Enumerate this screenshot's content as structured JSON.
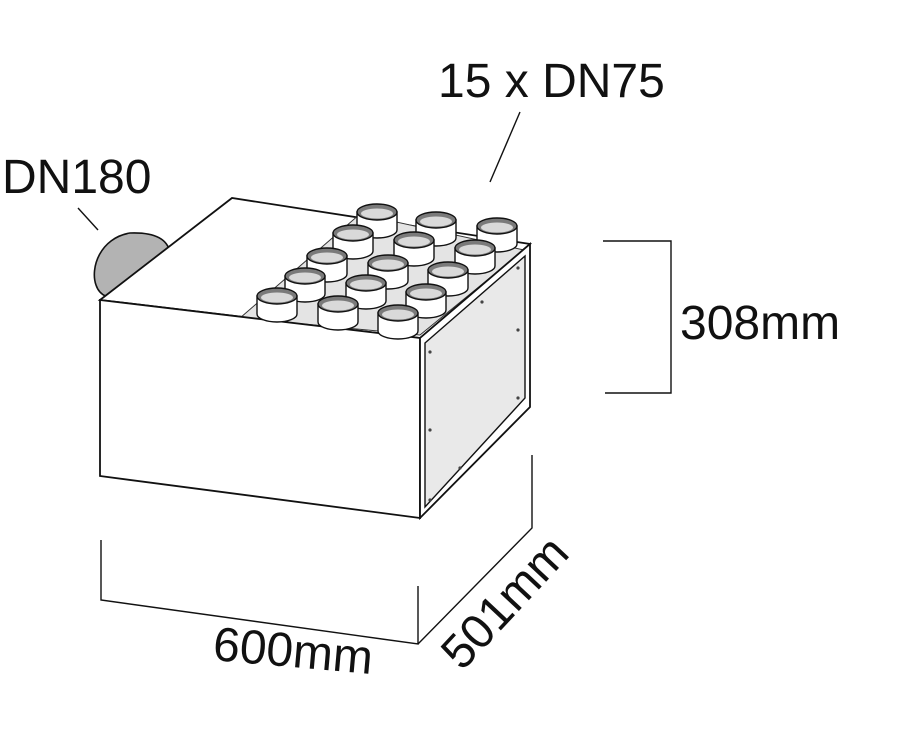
{
  "labels": {
    "outlets": "15 x DN75",
    "inlet": "DN180",
    "height": "308mm",
    "width": "600mm",
    "depth": "501mm"
  },
  "colors": {
    "line": "#111111",
    "box_front": "#ffffff",
    "box_side": "#e9e9e9",
    "box_top": "#ffffff",
    "top_insert": "#e4e4e4",
    "spigot_body": "#ffffff",
    "spigot_rim": "#7a7a7a",
    "spigot_inner": "#d9d9d9",
    "inlet_spigot": "#b3b3b3"
  },
  "outlet_count": 15
}
